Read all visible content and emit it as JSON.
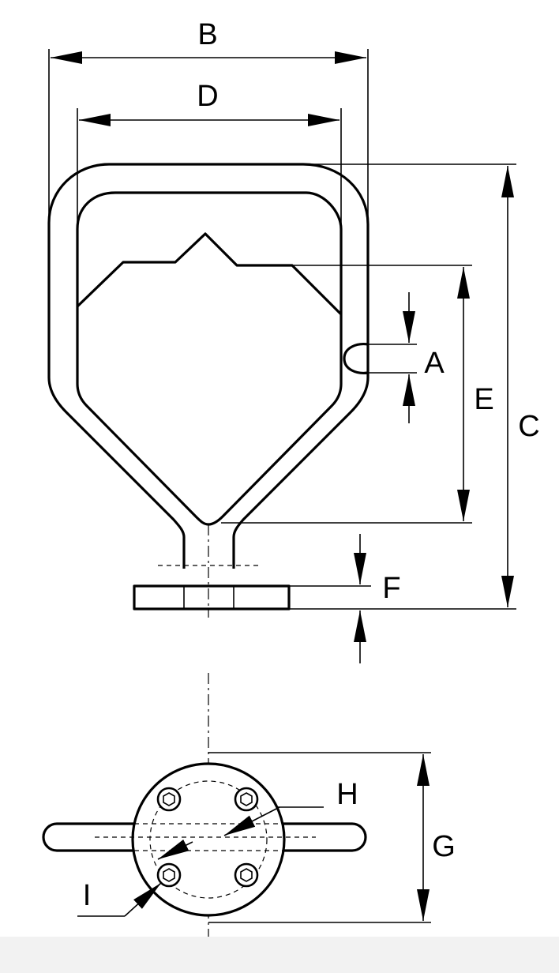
{
  "dimension_labels": {
    "a": "A",
    "b": "B",
    "c": "C",
    "d": "D",
    "e": "E",
    "f": "F",
    "g": "G",
    "h": "H",
    "i": "I"
  },
  "colors": {
    "line": "#000000",
    "background": "#ffffff",
    "footer_band": "#f2f2f2"
  }
}
